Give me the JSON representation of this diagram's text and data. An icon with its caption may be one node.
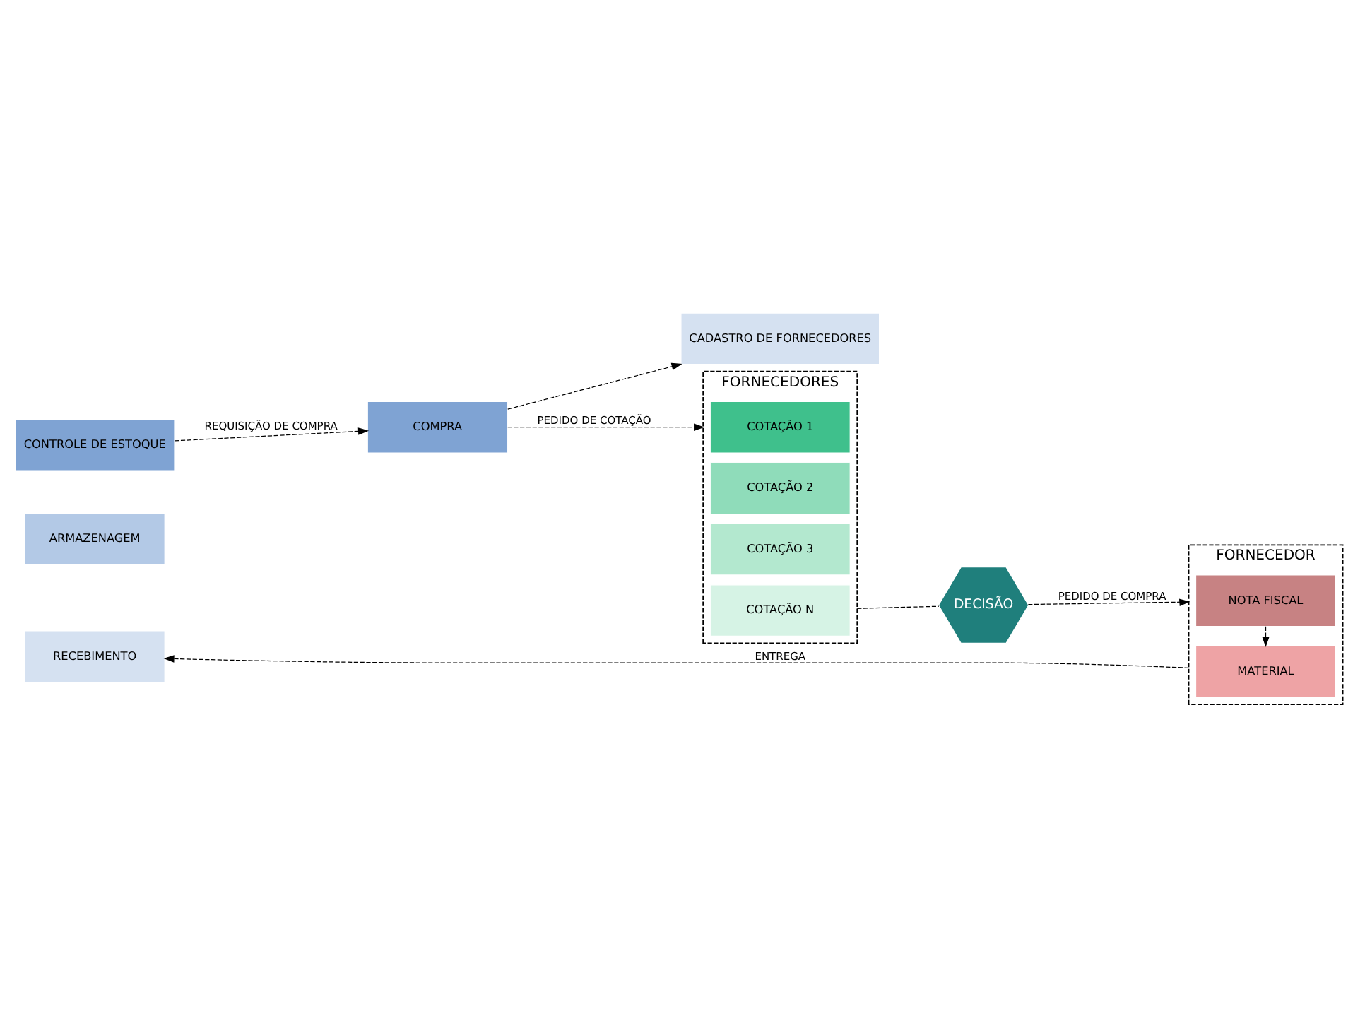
{
  "diagram": {
    "nodes": [
      {
        "text": [
          "CONTROLE DE ESTOQUE"
        ]
      },
      {
        "text": [
          "ARMAZENAGEM"
        ]
      },
      {
        "text": [
          "RECEBIMENTO"
        ]
      },
      {
        "text": [
          "COMPRA"
        ]
      },
      {
        "text": [
          "CADASTRO DE FORNECEDORES"
        ]
      },
      {
        "text": [
          "FORNECEDORES"
        ]
      },
      {
        "text": [
          "COTAÇÃO 1"
        ],
        "in": 5
      },
      {
        "text": [
          "COTAÇÃO 2"
        ],
        "in": 5
      },
      {
        "text": [
          "COTAÇÃO 3"
        ],
        "in": 5
      },
      {
        "text": [
          "COTAÇÃO N"
        ],
        "in": 5
      },
      {
        "text": [
          "FORNECEDOR"
        ]
      },
      {
        "text": [
          "NOTA FISCAL"
        ],
        "in": 10
      },
      {
        "text": [
          "MATERIAL"
        ],
        "in": 10
      },
      {
        "text": [
          "DECISÃO"
        ]
      }
    ],
    "edges": [
      {
        "from": 0,
        "to": 3,
        "arrow": "to",
        "label": "REQUISIÇÃO DE COMPRA",
        "style": "dashed"
      },
      {
        "from": 3,
        "to": 4,
        "arrow": "to",
        "style": "dashed"
      },
      {
        "from": 3,
        "to": 5,
        "arrow": "to",
        "label": "PEDIDO DE COTAÇÃO",
        "style": "dashed"
      },
      {
        "from": 5,
        "to": 13,
        "arrow": "none",
        "style": "dashed"
      },
      {
        "from": 13,
        "to": 10,
        "arrow": "to",
        "label": "PEDIDO DE COMPRA",
        "style": "dashed"
      },
      {
        "from": 11,
        "to": 12,
        "arrow": "to",
        "style": "dashed"
      },
      {
        "from": 10,
        "to": 2,
        "arrow": "to",
        "label": "ENTREGA",
        "style": "dashed"
      }
    ]
  }
}
